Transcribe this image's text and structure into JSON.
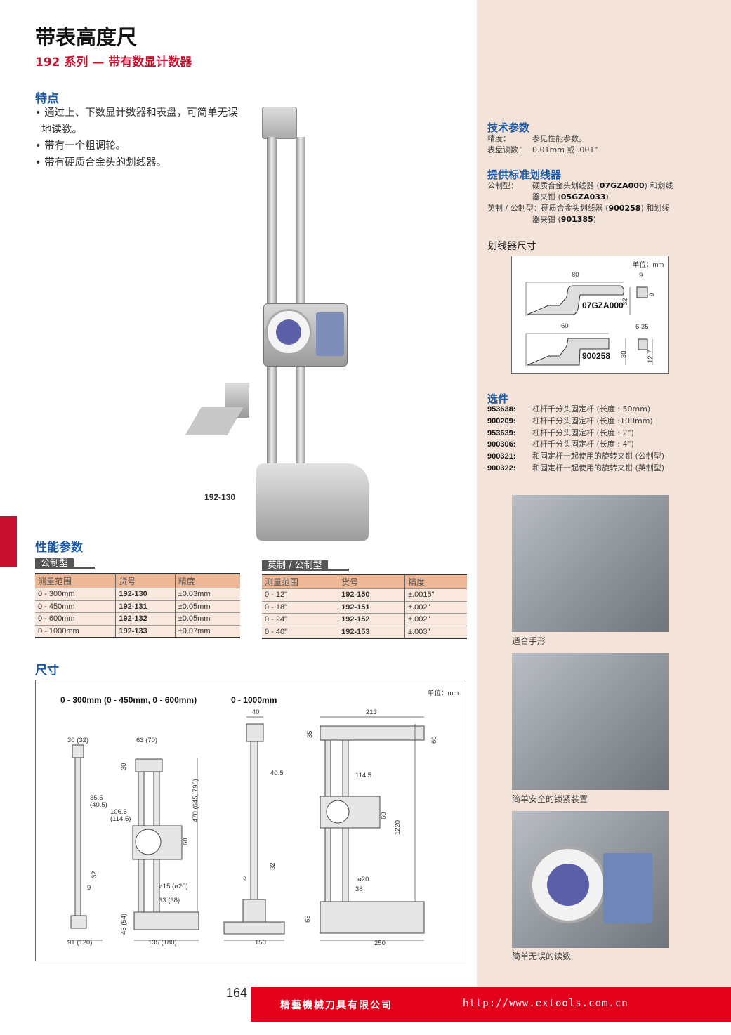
{
  "title": "带表高度尺",
  "subtitle": "192 系列 — 带有数显计数器",
  "features": {
    "heading": "特点",
    "items": [
      "• 通过上、下数显计数器和表盘，可简单无误地读数。",
      "• 带有一个粗调轮。",
      "• 带有硬质合金头的划线器。"
    ]
  },
  "product_model": "192-130",
  "performance": {
    "heading": "性能参数",
    "metric": {
      "label": "公制型",
      "columns": [
        "测量范围",
        "货号",
        "精度"
      ],
      "rows": [
        [
          "0 - 300mm",
          "192-130",
          "±0.03mm"
        ],
        [
          "0 - 450mm",
          "192-131",
          "±0.05mm"
        ],
        [
          "0 - 600mm",
          "192-132",
          "±0.05mm"
        ],
        [
          "0 - 1000mm",
          "192-133",
          "±0.07mm"
        ]
      ]
    },
    "inch": {
      "label": "英制 / 公制型",
      "columns": [
        "测量范围",
        "货号",
        "精度"
      ],
      "rows": [
        [
          "0 - 12\"",
          "192-150",
          "±.0015\""
        ],
        [
          "0 - 18\"",
          "192-151",
          "±.002\""
        ],
        [
          "0 - 24\"",
          "192-152",
          "±.002\""
        ],
        [
          "0 - 40\"",
          "192-153",
          "±.003\""
        ]
      ]
    }
  },
  "dimensions": {
    "heading": "尺寸",
    "unit": "单位：mm",
    "left_title": "0 - 300mm (0 - 450mm, 0 - 600mm)",
    "right_title": "0 - 1000mm",
    "labels": [
      "40",
      "213",
      "35",
      "60",
      "30 (32)",
      "63 (70)",
      "30",
      "470 (645, 798)",
      "40.5",
      "114.5",
      "35.5",
      "(40.5)",
      "106.5",
      "(114.5)",
      "60",
      "60",
      "1220",
      "32",
      "32",
      "9",
      "9",
      "ø15 (ø20)",
      "33 (38)",
      "ø20",
      "38",
      "45 (54)",
      "65",
      "91 (120)",
      "135 (180)",
      "150",
      "250"
    ]
  },
  "tech": {
    "heading": "技术参数",
    "rows": [
      {
        "k": "精度：",
        "v": "参见性能参数。"
      },
      {
        "k": "表盘读数：",
        "v": "0.01mm 或 .001\""
      }
    ]
  },
  "scriber": {
    "heading": "提供标准划线器",
    "metric_k": "公制型：",
    "metric_a": "硬质合金头划线器 (",
    "metric_code1": "07GZA000",
    "metric_b": ") 和划线器夹钳 (",
    "metric_code2": "05GZA033",
    "metric_c": ")",
    "inch_k": "英制 / 公制型：",
    "inch_a": "硬质合金头划线器 (",
    "inch_code1": "900258",
    "inch_b": ") 和划线器夹钳 (",
    "inch_code2": "901385",
    "inch_c": ")"
  },
  "scriber_dims": {
    "heading": "划线器尺寸",
    "unit": "单位：mm",
    "a_code": "07GZA000",
    "a_len": "80",
    "a_h": "32",
    "a_sq": "9",
    "a_sq2": "9",
    "b_code": "900258",
    "b_len": "60",
    "b_h": "30",
    "b_w": "6.35",
    "b_t": "12.7"
  },
  "options": {
    "heading": "选件",
    "items": [
      {
        "code": "953638:",
        "desc": "杠杆千分头固定杆 (长度 : 50mm)"
      },
      {
        "code": "900209:",
        "desc": "杠杆千分头固定杆 (长度 :100mm)"
      },
      {
        "code": "953639:",
        "desc": "杠杆千分头固定杆 (长度 : 2\")"
      },
      {
        "code": "900306:",
        "desc": "杠杆千分头固定杆 (长度 : 4\")"
      },
      {
        "code": "900321:",
        "desc": "和固定杆一起使用的旋转夹钳 (公制型)"
      },
      {
        "code": "900322:",
        "desc": "和固定杆一起使用的旋转夹钳 (英制型)"
      }
    ]
  },
  "photos": [
    {
      "caption": "适合手形"
    },
    {
      "caption": "简单安全的锁紧装置"
    },
    {
      "caption": "简单无误的读数"
    }
  ],
  "page_number": "164",
  "footer": {
    "company": "精藝機械刀具有限公司",
    "url": "http://www.extools.com.cn"
  },
  "colors": {
    "accent": "#c8102e",
    "heading": "#1d5aa6",
    "panel": "#f3e3d9"
  }
}
